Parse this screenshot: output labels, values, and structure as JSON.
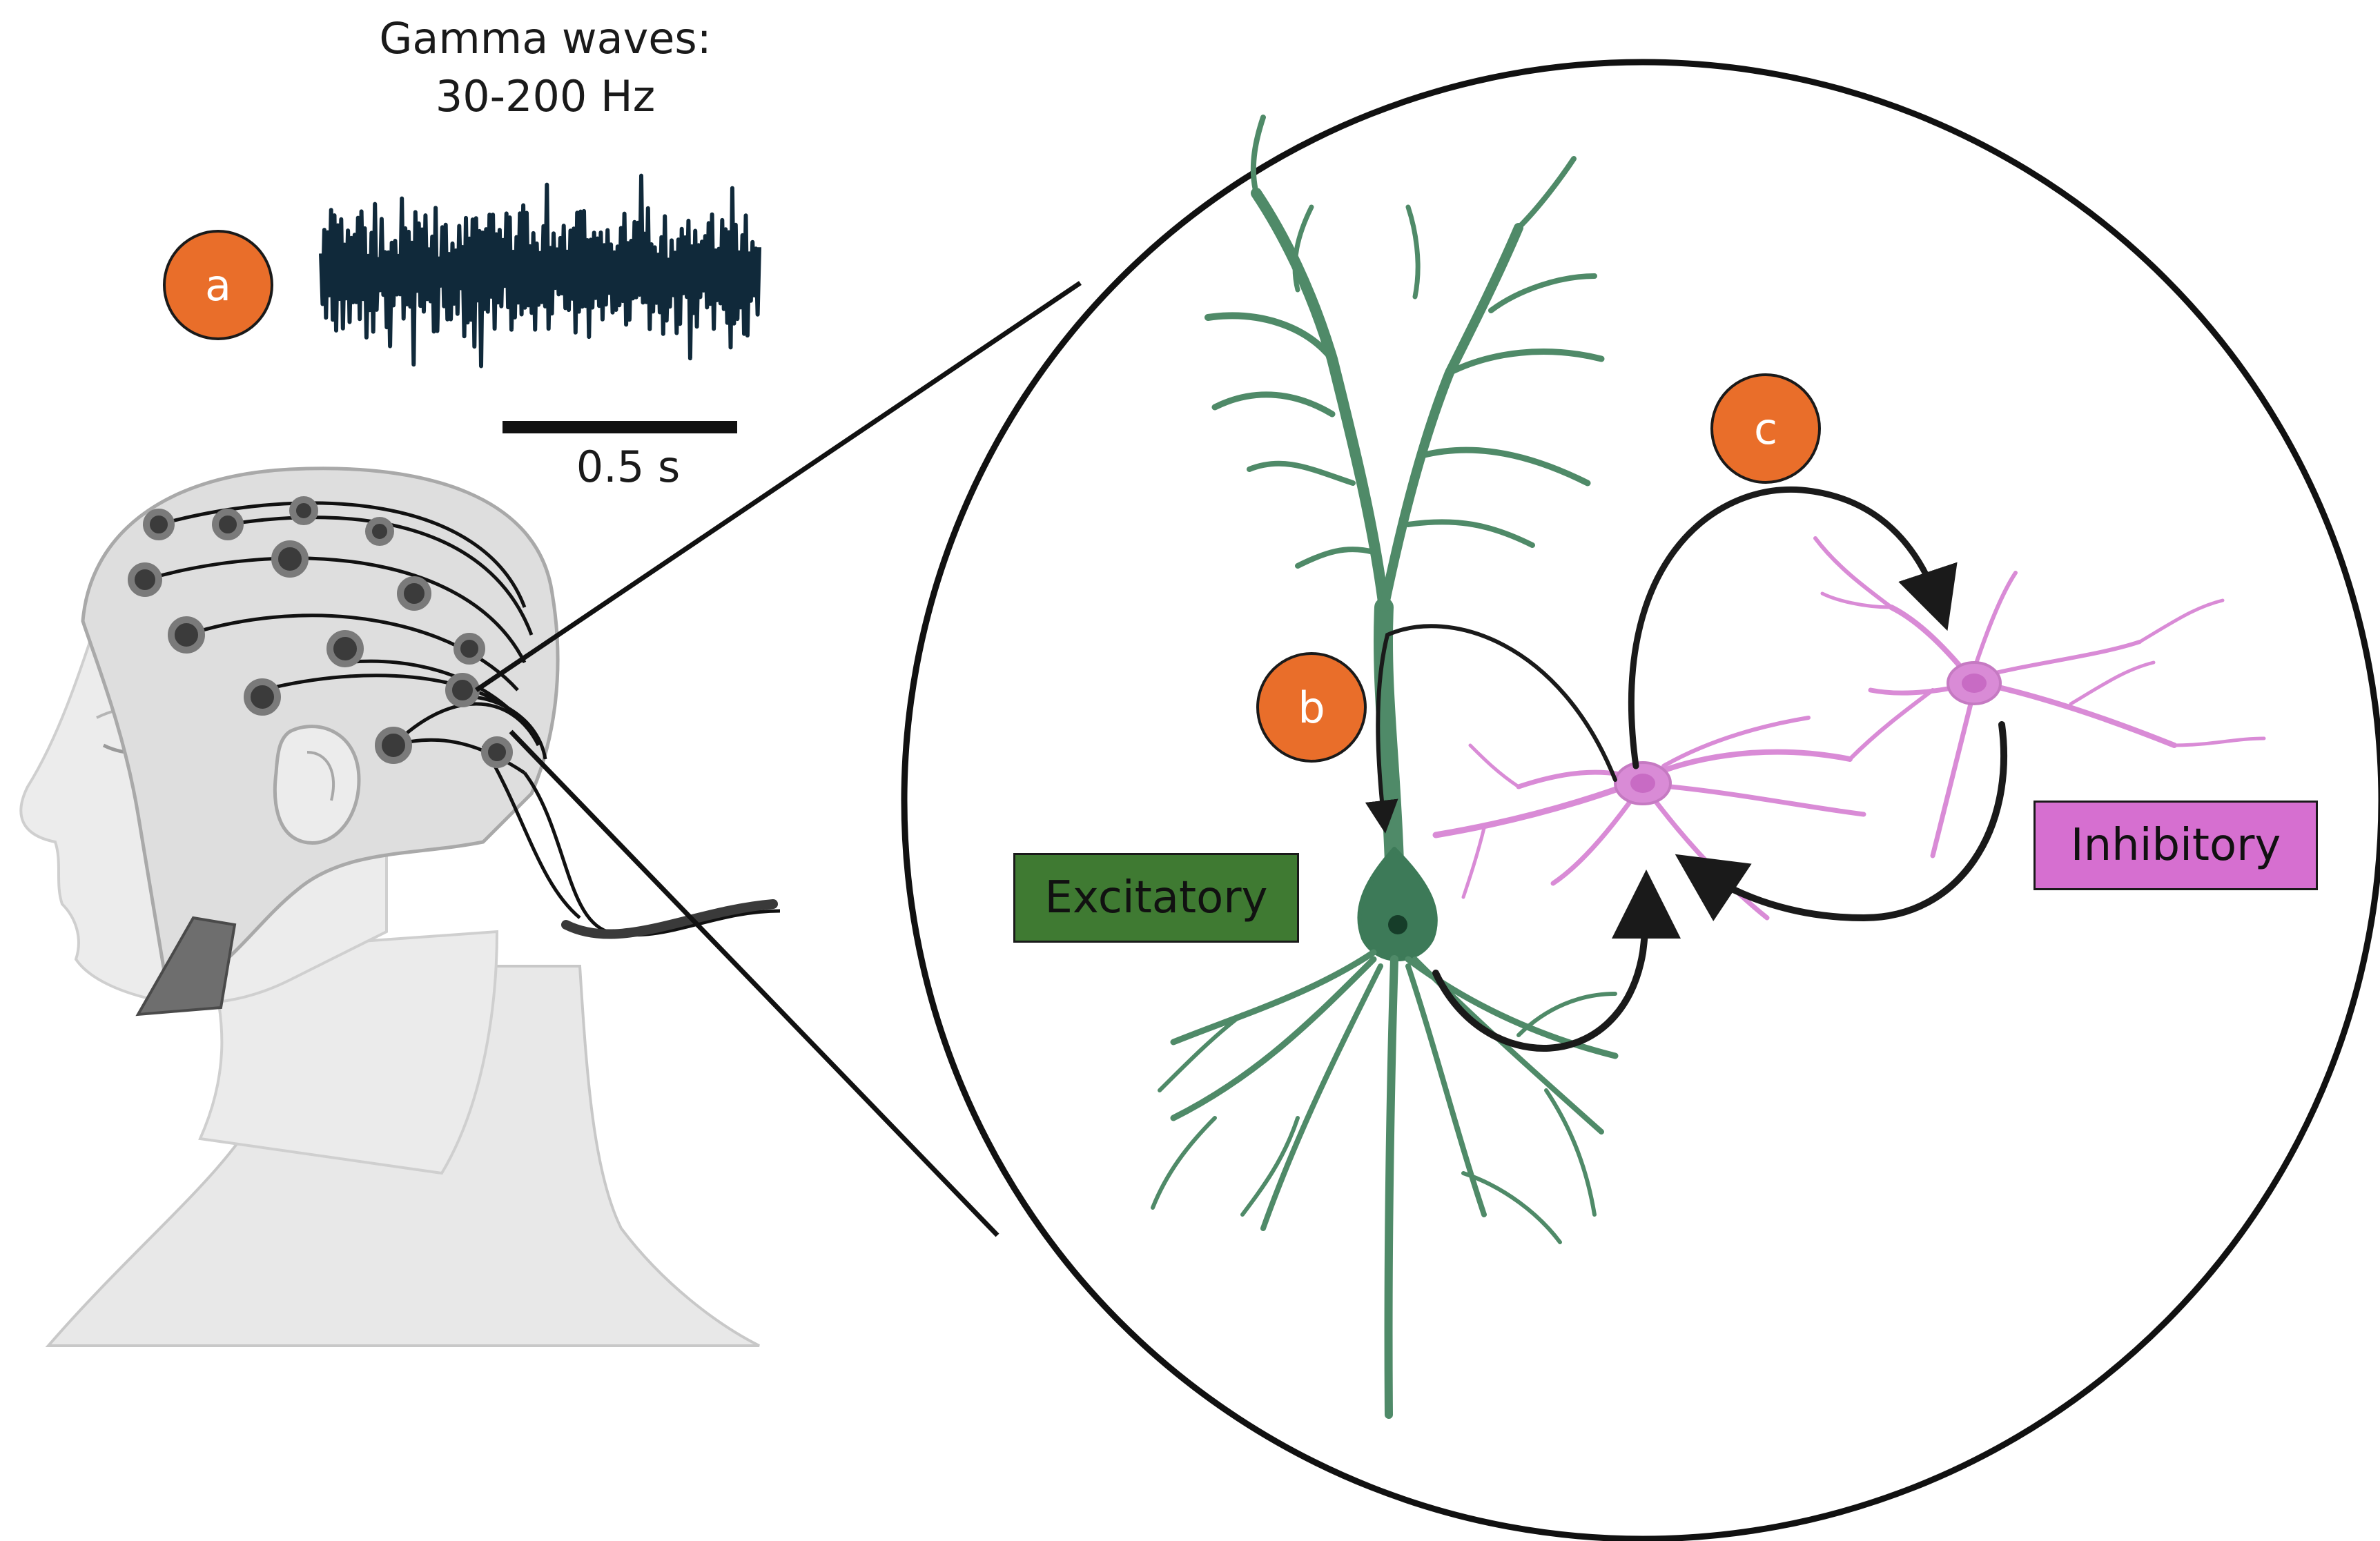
{
  "header": {
    "title_line1": "Gamma waves:",
    "title_line2": "30-200 Hz"
  },
  "scale_bar": {
    "label": "0.5 s"
  },
  "badges": {
    "a": "a",
    "b": "b",
    "c": "c"
  },
  "labels": {
    "excitatory": "Excitatory",
    "inhibitory": "Inhibitory"
  },
  "colors": {
    "badge": "#e96e2a",
    "excitatory_neuron": "#4f8a68",
    "excitatory_label": "#3f7a32",
    "inhibitory_neuron": "#d98bd6",
    "inhibitory_label": "#d66fd0",
    "eeg_trace": "#10293a",
    "cap": "#dedede",
    "skin": "#ececec"
  }
}
